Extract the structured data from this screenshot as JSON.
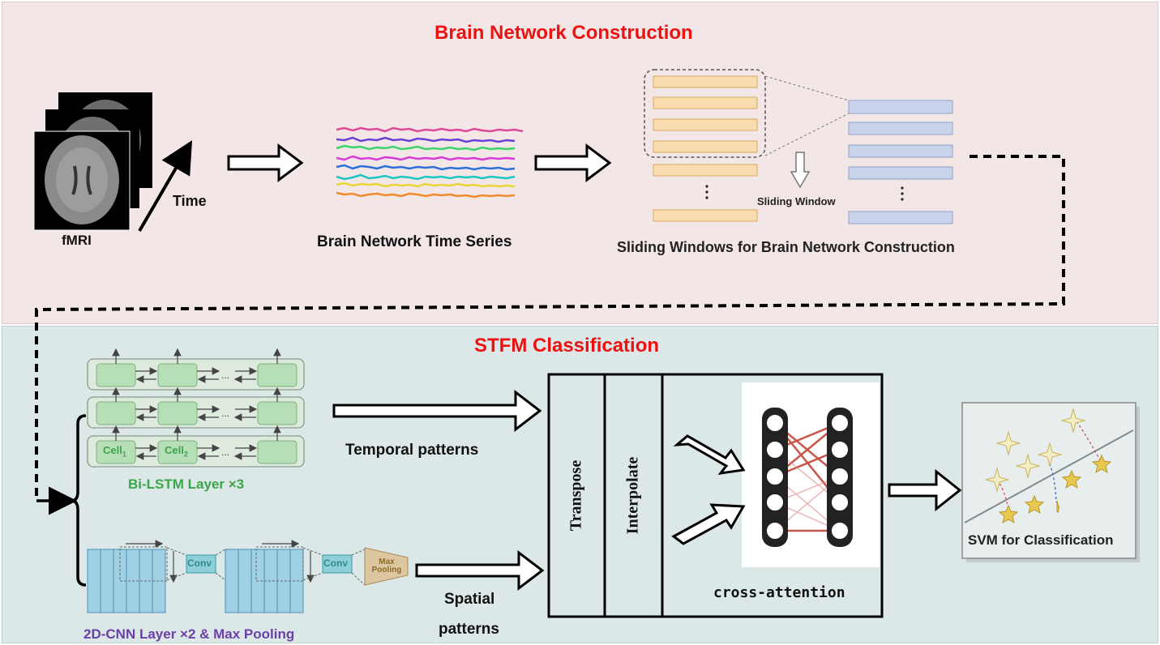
{
  "top": {
    "title": "Brain Network Construction",
    "fmri_label": "fMRI",
    "time_label": "Time",
    "time_series_label": "Brain Network  Time Series",
    "sliding_window_label": "Sliding Window",
    "sliding_windows_caption": "Sliding Windows for Brain Network Construction"
  },
  "bottom": {
    "title": "STFM Classification",
    "cell1": "Cell",
    "cell1_sub": "1",
    "cell2": "Cell",
    "cell2_sub": "2",
    "ellipsis": "...",
    "bilstm_label": "Bi-LSTM Layer ×3",
    "conv_label": "Conv",
    "maxpool_label": "Max Pooling",
    "cnn_label": "2D-CNN Layer ×2 & Max Pooling",
    "temporal_label": "Temporal patterns",
    "spatial_label_1": "Spatial",
    "spatial_label_2": "patterns",
    "transpose_label": "Transpose",
    "interpolate_label": "Interpolate",
    "cross_attention_label": "cross-attention",
    "svm_label": "SVM for Classification"
  },
  "colors": {
    "title_red": "#ee1111",
    "top_bg": "#f3e6e6",
    "bottom_bg": "#dce8e8",
    "lstm_cell": "#b7dfb7",
    "cnn_block": "#9fd0e3",
    "window_orange": "#f9dcb0",
    "window_blue": "#c9d4ec",
    "green_text": "#3aa64a",
    "purple_text": "#6b3fa8",
    "star": "#e8c94f",
    "attn_red": "#c0392b"
  }
}
